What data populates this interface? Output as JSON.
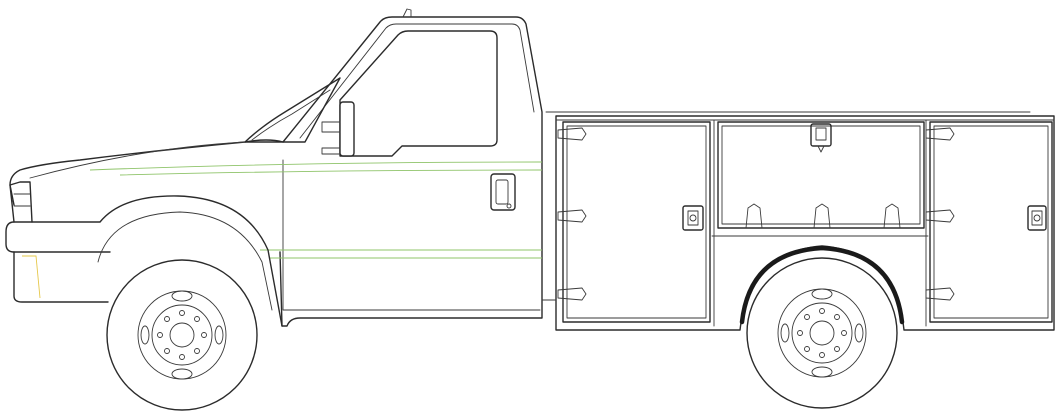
{
  "drawing": {
    "subject": "service-body-pickup-truck",
    "view": "side",
    "line_color": "#2b2b2b",
    "accent_colors": {
      "body_line": "#8fc46a",
      "bumper_marker": "#e6c84a",
      "fender_liner": "#1a1a1a"
    },
    "components": {
      "cab": "cab",
      "hood": "hood",
      "windshield": "windshield",
      "side_window": "side-window",
      "mirror": "side-mirror",
      "door": "cab-door",
      "door_handle": "door-handle",
      "front_bumper": "front-bumper",
      "front_wheel": "front-wheel",
      "rear_wheel": "rear-wheel",
      "service_body": "service-body",
      "compartment_front": "front-compartment-door",
      "compartment_top": "top-compartment-door",
      "compartment_rear": "rear-compartment-door",
      "latch": "t-handle-latch"
    }
  }
}
